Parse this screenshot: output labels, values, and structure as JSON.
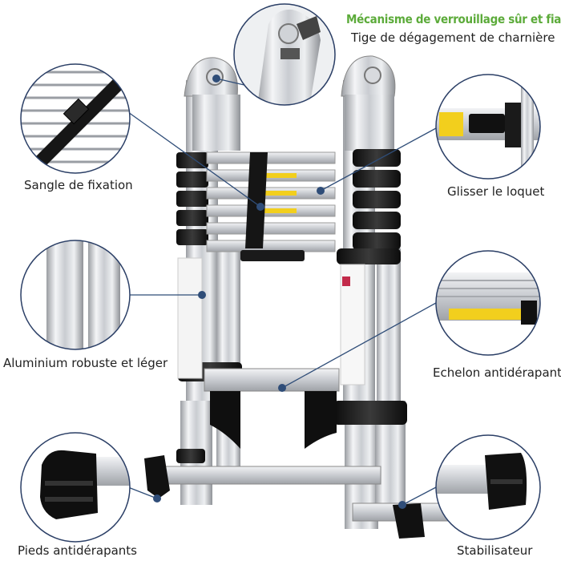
{
  "labels": {
    "title": "Mécanisme de verrouillage sûr et fiable",
    "hinge_release": "Tige de dégagement de charnière",
    "strap": "Sangle de fixation",
    "slide_latch": "Glisser le loquet",
    "aluminium": "Aluminium robuste et léger",
    "rung": "Echelon antidérapant",
    "feet": "Pieds antidérapants",
    "stabilizer": "Stabilisateur"
  },
  "colors": {
    "title_green": "#5cab3a",
    "callout_blue": "#2f4d78",
    "circle_stroke": "#2b3f66",
    "label_text": "#222222",
    "warning_yellow": "#f2cf1d"
  },
  "icons": {
    "marker": "callout-dot-icon"
  }
}
